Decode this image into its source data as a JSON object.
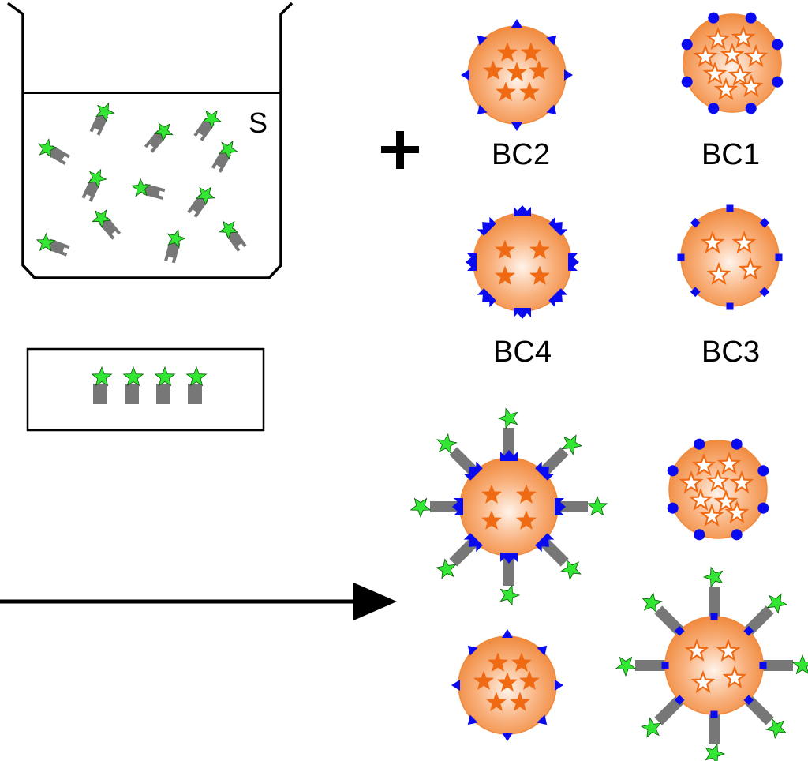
{
  "beaker": {
    "label": "S"
  },
  "plus_sign": "+",
  "bead_labels": {
    "bc1": "BC1",
    "bc2": "BC2",
    "bc3": "BC3",
    "bc4": "BC4"
  },
  "colors": {
    "probe_star": "#33e633",
    "probe_body": "#777777",
    "bead_glow": "#fff3ea",
    "bead_mid": "#f9b27f",
    "bead_edge": "#f08a3e",
    "bead_star": "#ef6a12",
    "adapter": "#0a0af0",
    "outline": "#000000"
  },
  "icons": {
    "probe": "probe-icon",
    "bead": "bead-icon",
    "arrow": "arrow-right-icon",
    "plus": "plus-icon"
  }
}
